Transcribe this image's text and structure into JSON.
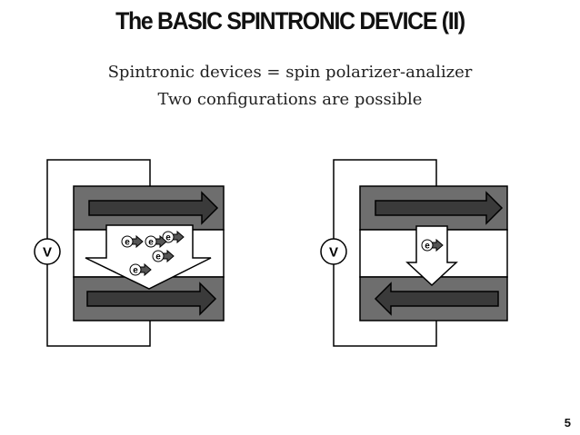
{
  "slide": {
    "title": "The BASIC SPINTRONIC DEVICE (II)",
    "subtitle_line1": "Spintronic devices = spin polarizer-analizer",
    "subtitle_line2": "Two configurations are possible",
    "page_number": "5"
  },
  "devices": [
    {
      "voltmeter_label": "V",
      "top_layer_arrow": "right",
      "bottom_layer_arrow": "right",
      "electrons": [
        "e",
        "e",
        "e",
        "e",
        "e"
      ]
    },
    {
      "voltmeter_label": "V",
      "top_layer_arrow": "right",
      "bottom_layer_arrow": "left",
      "electrons": [
        "e"
      ]
    }
  ],
  "colors": {
    "ferromagnet_layer": "#6e6e6e",
    "magnetization_arrow": "#3a3a3a",
    "current_arrow": "#ffffff",
    "outline": "#000000"
  }
}
